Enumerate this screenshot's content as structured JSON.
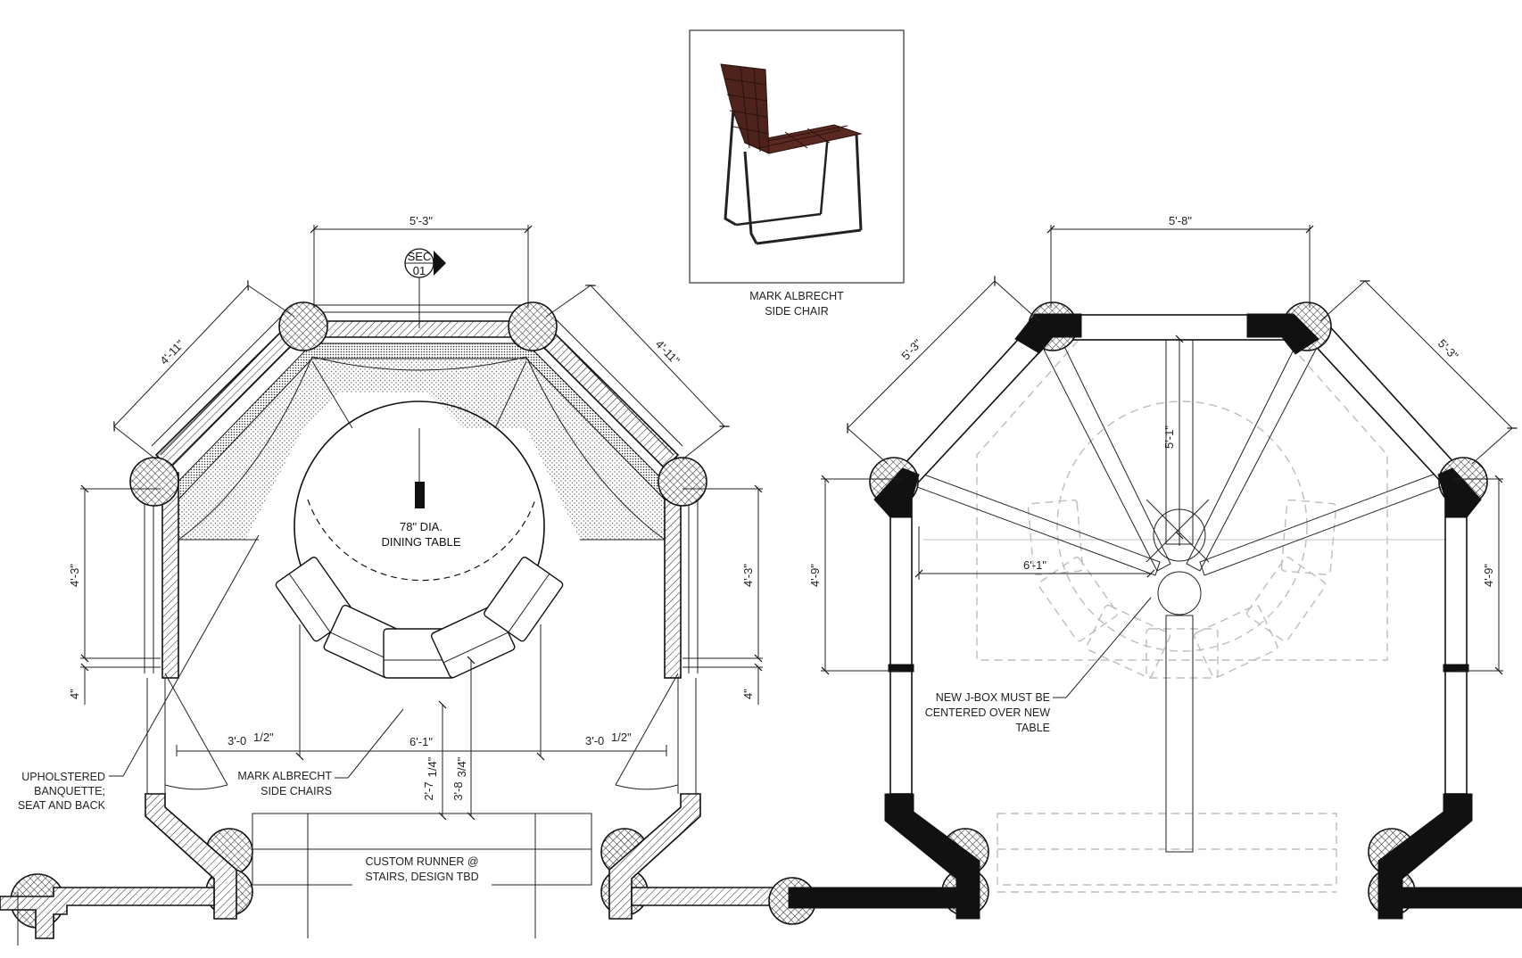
{
  "left_plan": {
    "dim_top": "5'-3\"",
    "dim_upper_left": "4'-11\"",
    "dim_upper_right": "4'-11\"",
    "dim_left_side": "4'-3\"",
    "dim_right_side": "4'-3\"",
    "dim_left_small": "4\"",
    "dim_right_small": "4\"",
    "dim_left_bottom": "3'-0",
    "dim_left_bottom_frac": "1/2\"",
    "dim_center_bottom": "6'-1\"",
    "dim_right_bottom": "3'-0",
    "dim_right_bottom_frac": "1/2\"",
    "dim_vert_a": "2'-7",
    "dim_vert_a_frac": "1/4\"",
    "dim_vert_b": "3'-8",
    "dim_vert_b_frac": "3/4\"",
    "section_tag_top": "SEC",
    "section_tag_bottom": "01",
    "table_line1": "78\" DIA.",
    "table_line2": "DINING TABLE",
    "note_banquette": [
      "UPHOLSTERED",
      "BANQUETTE;",
      "SEAT AND BACK"
    ],
    "note_chairs": [
      "MARK ALBRECHT",
      "SIDE CHAIRS"
    ],
    "note_runner": [
      "CUSTOM RUNNER @",
      "STAIRS, DESIGN TBD"
    ]
  },
  "chair_photo": {
    "caption_line1": "MARK ALBRECHT",
    "caption_line2": "SIDE CHAIR"
  },
  "right_plan": {
    "dim_top": "5'-8\"",
    "dim_upper_left": "5'-3\"",
    "dim_upper_right": "5'-3\"",
    "dim_left_side": "4'-9\"",
    "dim_right_side": "4'-9\"",
    "dim_center_vertical": "5'-1\"",
    "dim_center_horizontal": "6'-1\"",
    "note_jbox": [
      "NEW J-BOX MUST BE",
      "CENTERED OVER NEW",
      "TABLE"
    ]
  },
  "colors": {
    "ink": "#111111",
    "ghost": "#bdbdbd",
    "leather": "#5a2a22"
  }
}
